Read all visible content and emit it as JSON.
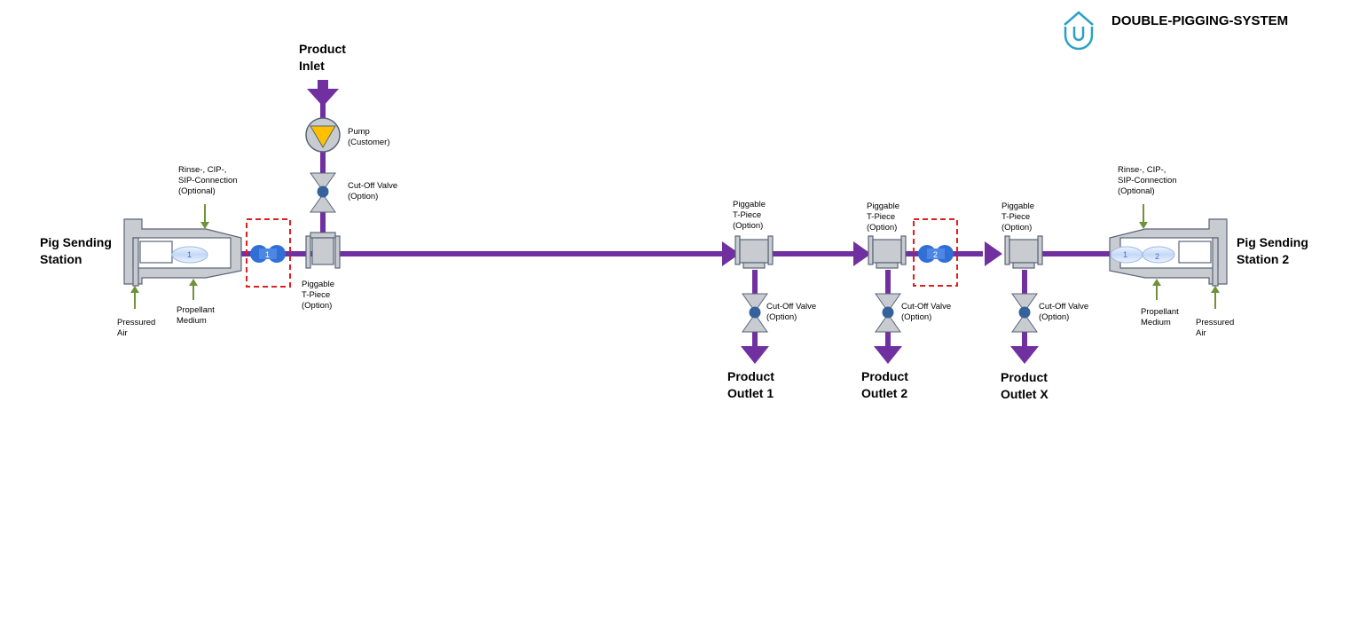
{
  "header": {
    "title": "DOUBLE-PIGGING-SYSTEM",
    "logo_icon": "house-u-logo-icon"
  },
  "colors": {
    "pipe": "#7030a0",
    "equipment_fill": "#c8ccd1",
    "equipment_stroke": "#5a6478",
    "air_arrow": "#70923a",
    "pump_triangle": "#ffc000",
    "valve_dot": "#35629a",
    "pig": "#2f6fd6",
    "highlight_box": "#e02020",
    "logo": "#2aa0c8"
  },
  "labels": {
    "product_inlet": [
      "Product",
      "Inlet"
    ],
    "pump": [
      "Pump",
      "(Customer)"
    ],
    "cutoff_top": [
      "Cut-Off Valve",
      "(Option)"
    ],
    "piggable_left": [
      "Piggable",
      "T-Piece",
      "(Option)"
    ],
    "rinse_left": [
      "Rinse-, CIP-,",
      "SIP-Connection",
      "(Optional)"
    ],
    "rinse_right": [
      "Rinse-, CIP-,",
      "SIP-Connection",
      "(Optional)"
    ],
    "station_left": [
      "Pig Sending",
      "Station"
    ],
    "station_right": [
      "Pig Sending",
      "Station 2"
    ],
    "air_left": [
      "Pressured",
      "Air"
    ],
    "air_right": [
      "Pressured",
      "Air"
    ],
    "propellant_left": [
      "Propellant",
      "Medium"
    ],
    "propellant_right": [
      "Propellant",
      "Medium"
    ],
    "piggable_1": [
      "Piggable",
      "T-Piece",
      "(Option)"
    ],
    "piggable_2": [
      "Piggable",
      "T-Piece",
      "(Option)"
    ],
    "piggable_3": [
      "Piggable",
      "T-Piece",
      "(Option)"
    ],
    "cutoff_1": [
      "Cut-Off Valve",
      "(Option)"
    ],
    "cutoff_2": [
      "Cut-Off Valve",
      "(Option)"
    ],
    "cutoff_3": [
      "Cut-Off Valve",
      "(Option)"
    ],
    "outlet_1": [
      "Product",
      "Outlet 1"
    ],
    "outlet_2": [
      "Product",
      "Outlet 2"
    ],
    "outlet_x": [
      "Product",
      "Outlet X"
    ]
  },
  "pigs": {
    "left_station": "1",
    "left_line": "1",
    "middle_line": "2",
    "right_station_a": "1",
    "right_station_b": "2"
  }
}
